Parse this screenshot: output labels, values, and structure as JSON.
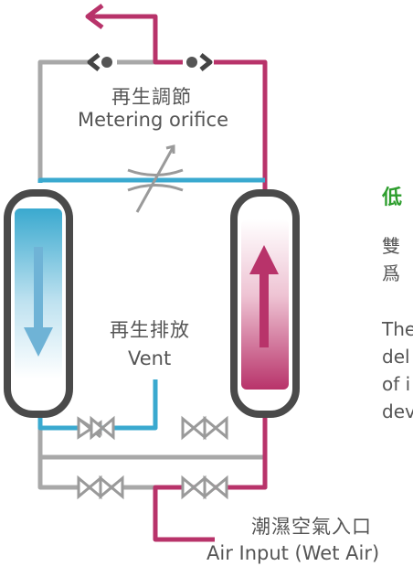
{
  "metering": {
    "label_zh": "再生調節",
    "label_en": "Metering orifice"
  },
  "vent": {
    "label_zh": "再生排放",
    "label_en": "Vent"
  },
  "air_input": {
    "label_zh": "潮濕空氣入口",
    "label_en": "Air Input (Wet Air)"
  },
  "side_text": {
    "heading": "低",
    "zh_lines": [
      "雙",
      "爲"
    ],
    "en_lines": [
      "The",
      "del",
      "of i",
      "dev"
    ]
  },
  "colors": {
    "pipe_gray": "#a8a8a8",
    "pipe_pink": "#b8336a",
    "pipe_blue": "#3aa9cf",
    "vessel_outline": "#4a4a4a",
    "arrow_down": "#6fb3d6",
    "arrow_up": "#b8336a",
    "heading_green": "#2e9e2e"
  }
}
